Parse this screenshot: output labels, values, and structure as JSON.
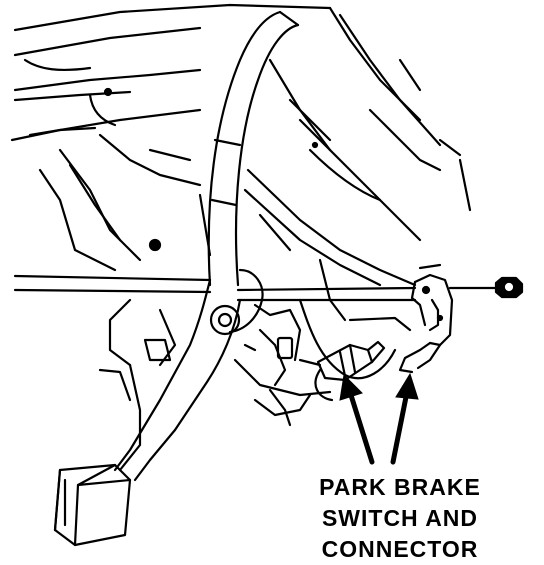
{
  "callout": {
    "line1": "PARK BRAKE",
    "line2": "SWITCH AND",
    "line3": "CONNECTOR"
  },
  "colors": {
    "ink": "#000000",
    "paper": "#ffffff"
  }
}
